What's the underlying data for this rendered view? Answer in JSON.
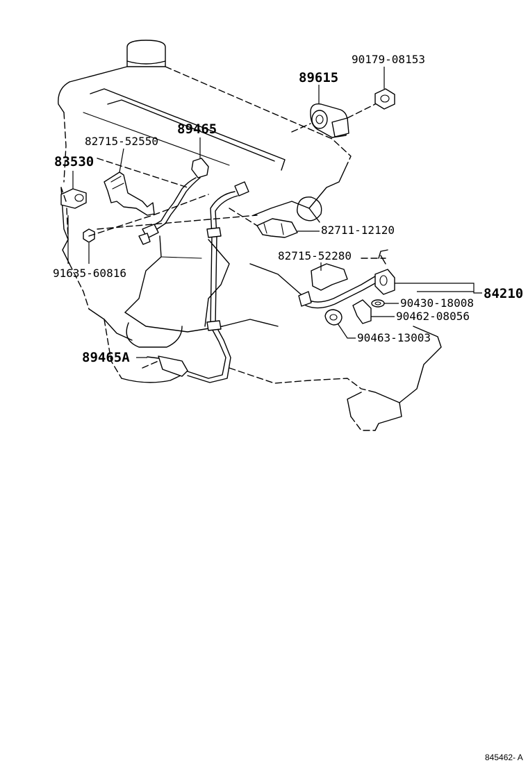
{
  "diagram": {
    "part_labels": {
      "p89615": "89615",
      "p90179": "90179-08153",
      "p89465": "89465",
      "p82715_52550": "82715-52550",
      "p83530": "83530",
      "p91635": "91635-60816",
      "p82711": "82711-12120",
      "p82715_52280": "82715-52280",
      "p84210": "84210",
      "p90430": "90430-18008",
      "p90462": "90462-08056",
      "p90463": "90463-13003",
      "p89465A": "89465A"
    },
    "illustration_code": "845462- A"
  }
}
